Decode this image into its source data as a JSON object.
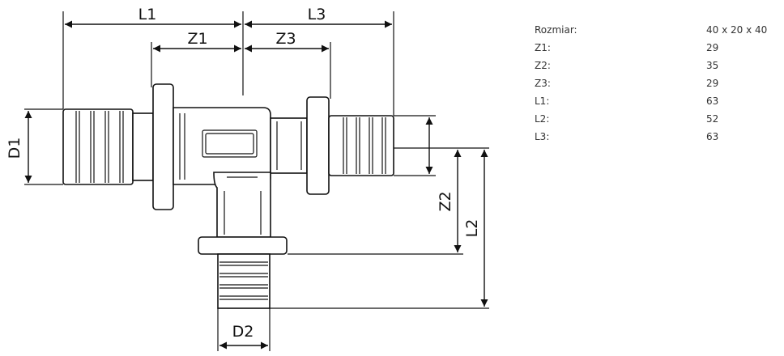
{
  "dimension_labels": {
    "L1": "L1",
    "L3": "L3",
    "Z1": "Z1",
    "Z3": "Z3",
    "D1": "D1",
    "Z2": "Z2",
    "L2": "L2",
    "D2": "D2"
  },
  "specs": [
    {
      "label": "Rozmiar:",
      "value": "40 x 20 x 40"
    },
    {
      "label": "Z1:",
      "value": "29"
    },
    {
      "label": "Z2:",
      "value": "35"
    },
    {
      "label": "Z3:",
      "value": "29"
    },
    {
      "label": "L1:",
      "value": "63"
    },
    {
      "label": "L2:",
      "value": "52"
    },
    {
      "label": "L3:",
      "value": "63"
    }
  ]
}
